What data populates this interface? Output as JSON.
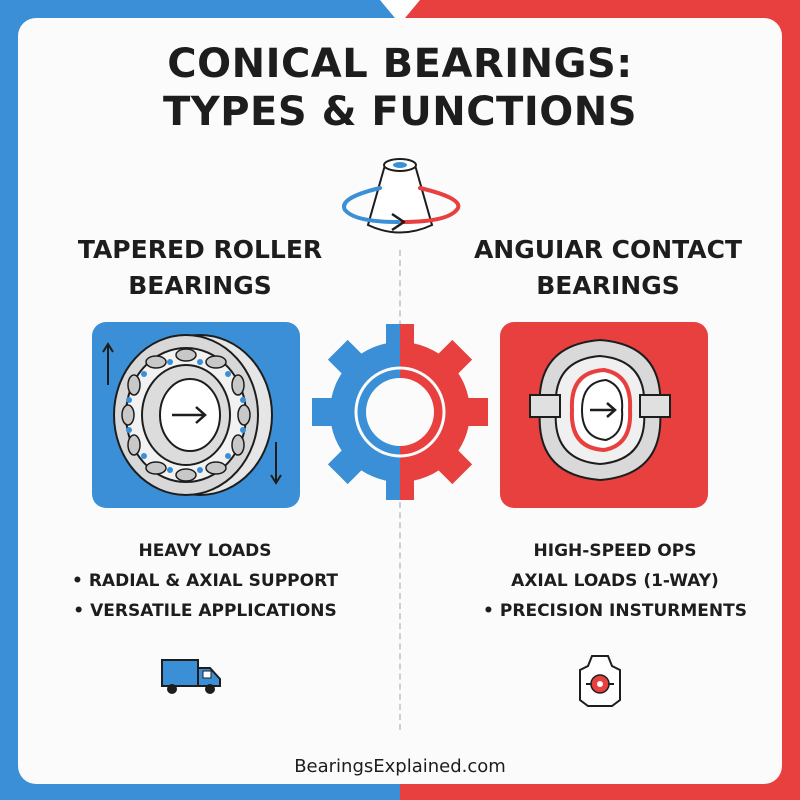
{
  "title_line1": "CONICAL BEARINGS:",
  "title_line2": "TYPES & FUNCTIONS",
  "left": {
    "heading_line1": "TAPERED ROLLER",
    "heading_line2": "BEARINGS",
    "bullets": [
      "HEAVY LOADS",
      "RADIAL & AXIAL SUPPORT",
      "VERSATILE APPLICATIONS"
    ],
    "accent": "#3b8fd6",
    "icon": "truck-icon"
  },
  "right": {
    "heading_line1": "ANGUIAR CONTACT",
    "heading_line2": "BEARINGS",
    "bullets": [
      "HIGH-SPEED OPS",
      "AXIAL LOADS (1-WAY)",
      "PRECISION INSTURMENTS"
    ],
    "accent": "#e8403f",
    "icon": "precision-instrument-icon"
  },
  "footer": "BearingsExplained.com"
}
